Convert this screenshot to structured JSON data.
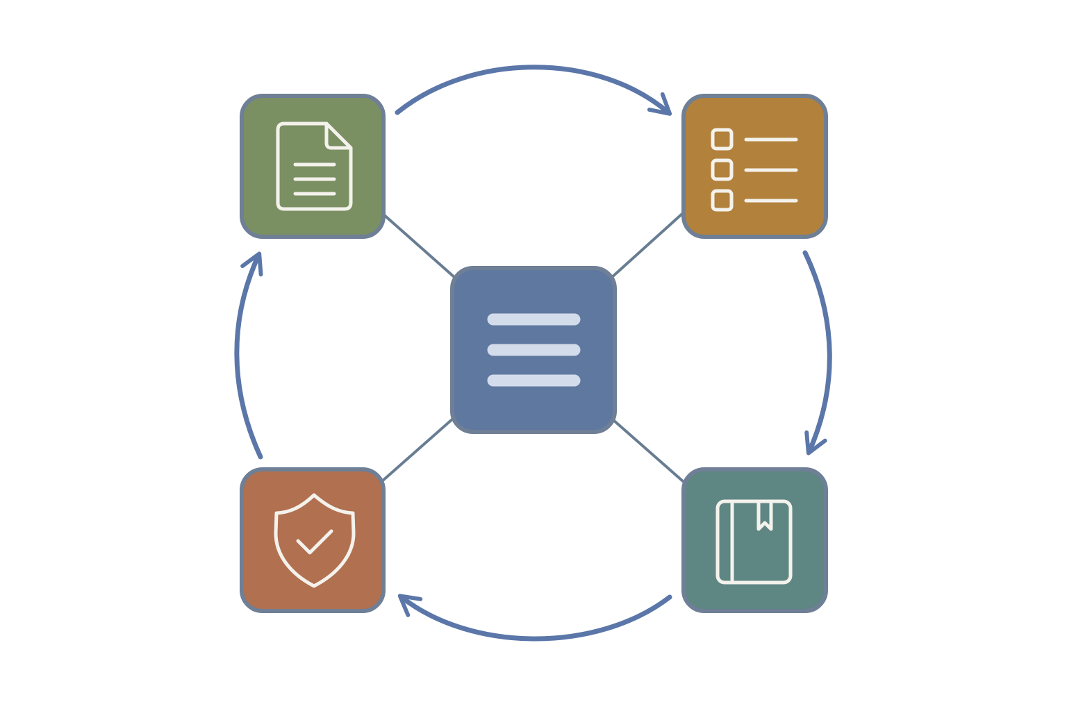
{
  "colors": {
    "background": "#ffffff",
    "arrow": "#5b76a8",
    "connector": "#687d91",
    "border": "#6e7f96",
    "icon_stroke": "#f4f2ec",
    "hub_line": "#d3dcea"
  },
  "diagram": {
    "type": "cycle-with-hub",
    "hub": {
      "icon": "hamburger-menu-icon",
      "fill": "#5f78a0"
    },
    "nodes": [
      {
        "id": "document",
        "icon": "document-icon",
        "fill": "#7b9062"
      },
      {
        "id": "checklist",
        "icon": "checklist-icon",
        "fill": "#b2813c"
      },
      {
        "id": "book",
        "icon": "book-icon",
        "fill": "#5e8683"
      },
      {
        "id": "shield",
        "icon": "shield-check-icon",
        "fill": "#b1704f"
      }
    ],
    "cycle_direction": "clockwise",
    "arrows": [
      {
        "from": "document",
        "to": "checklist"
      },
      {
        "from": "checklist",
        "to": "book"
      },
      {
        "from": "book",
        "to": "shield"
      },
      {
        "from": "shield",
        "to": "document"
      }
    ]
  }
}
